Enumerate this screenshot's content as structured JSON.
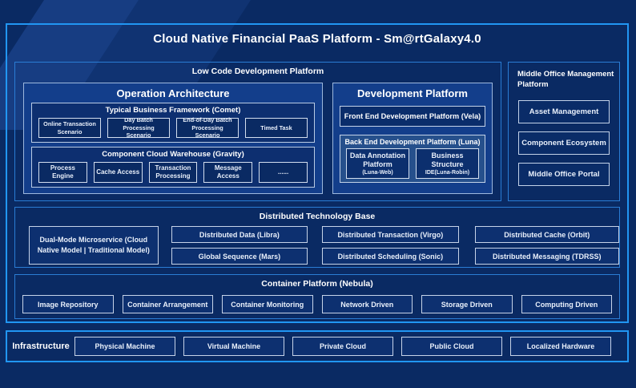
{
  "title": "Cloud Native Financial PaaS Platform - Sm@rtGalaxy4.0",
  "low_code": {
    "label": "Low Code Development Platform",
    "operation_architecture": {
      "title": "Operation Architecture",
      "comet": {
        "title": "Typical Business Framework (Comet)",
        "items": [
          "Online Transaction Scenario",
          "Day Batch Processing Scenario",
          "End-of-Day Batch Processing Scenario",
          "Timed Task"
        ]
      },
      "gravity": {
        "title": "Component Cloud Warehouse (Gravity)",
        "items": [
          "Process Engine",
          "Cache Access",
          "Transaction Processing",
          "Message Access",
          "......"
        ]
      }
    },
    "development_platform": {
      "title": "Development Platform",
      "front_end_label": "Front End Development Platform (Vela)",
      "back_end": {
        "title": "Back End Development Platform (Luna)",
        "items": [
          {
            "name": "Data Annotation Platform",
            "sub": "(Luna-Web)"
          },
          {
            "name": "Business Structure",
            "sub": "IDE(Luna-Robin)"
          }
        ]
      }
    }
  },
  "middle_office": {
    "label": "Middle Office Management Platform",
    "items": [
      "Asset Management",
      "Component Ecosystem",
      "Middle Office Portal"
    ]
  },
  "distributed": {
    "label": "Distributed Technology Base",
    "dual_mode_label": "Dual-Mode Microservice (Cloud Native Model | Traditional Model)",
    "columns": [
      [
        "Distributed Data (Libra)",
        "Global Sequence (Mars)"
      ],
      [
        "Distributed Transaction (Virgo)",
        "Distributed Scheduling (Sonic)"
      ],
      [
        "Distributed Cache (Orbit)",
        "Distributed Messaging (TDRSS)"
      ]
    ]
  },
  "container_platform": {
    "label": "Container Platform (Nebula)",
    "items": [
      "Image Repository",
      "Container Arrangement",
      "Container Monitoring",
      "Network Driven",
      "Storage Driven",
      "Computing Driven"
    ]
  },
  "infrastructure": {
    "label": "Infrastructure",
    "items": [
      "Physical Machine",
      "Virtual Machine",
      "Private Cloud",
      "Public Cloud",
      "Localized Hardware"
    ]
  },
  "colors": {
    "background": "#0a2a63",
    "accent_border": "#2196f3",
    "panel_border": "#2a7cd4",
    "inner_box_fill": "#133e8b",
    "back_end_fill": "#26508c",
    "leaf_border": "#c6d3e8"
  }
}
